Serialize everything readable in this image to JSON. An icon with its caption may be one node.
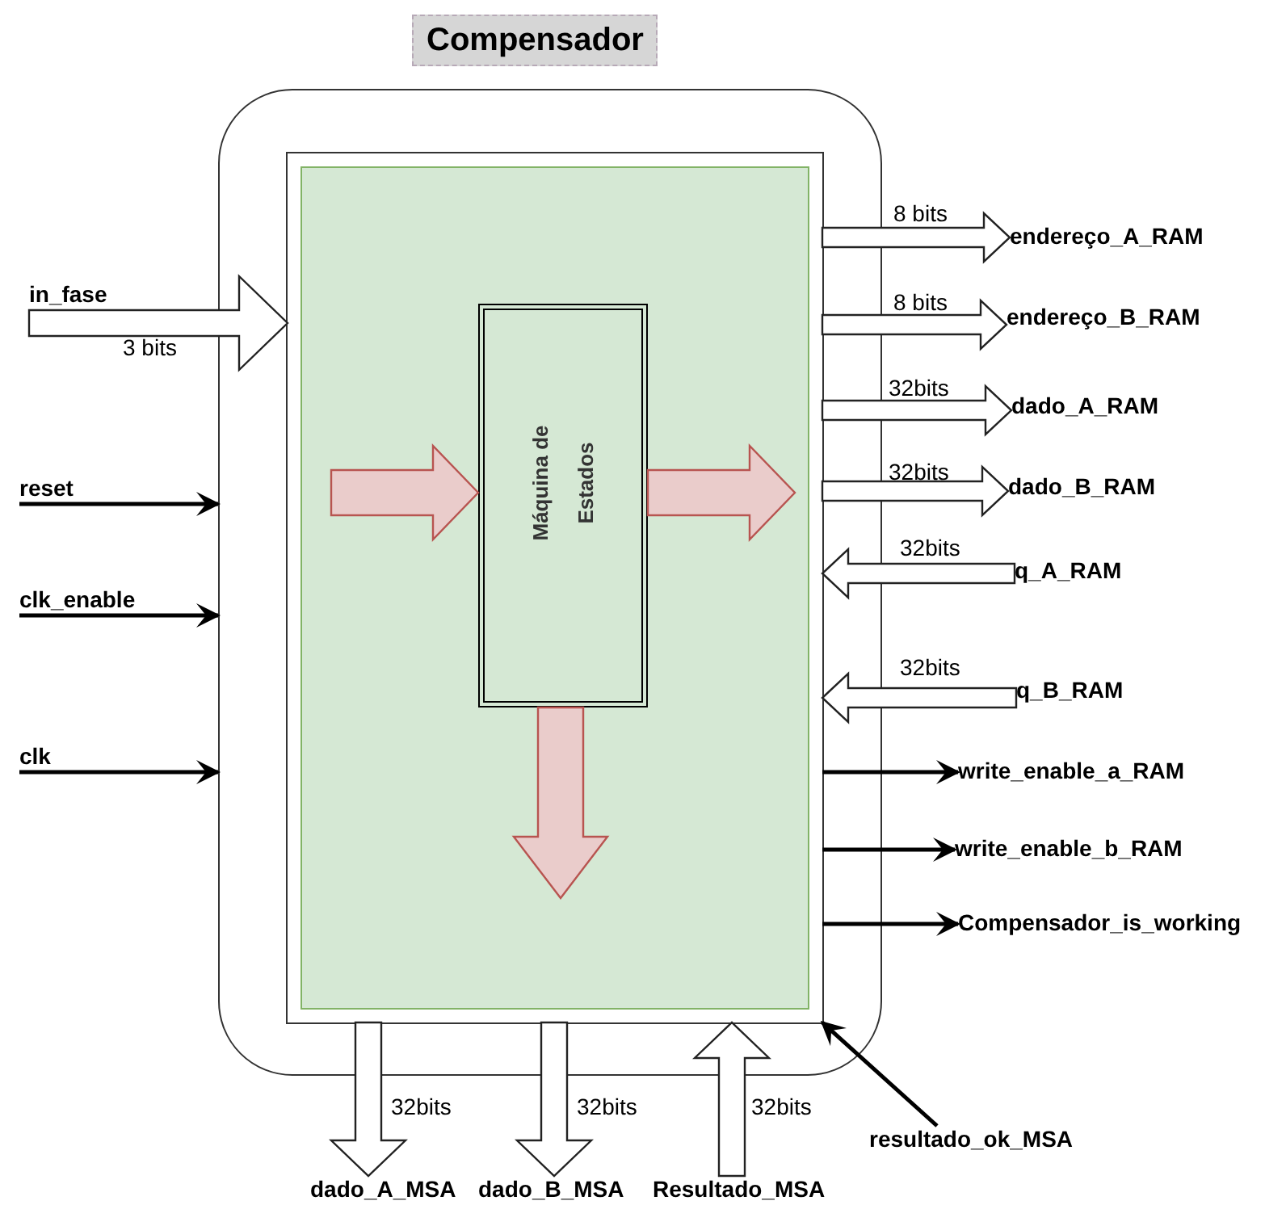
{
  "diagram": {
    "nodes": [
      {
        "text": [
          "Compensador"
        ]
      },
      {
        "text": [],
        "shape": "box",
        "in": 0
      },
      {
        "text": [
          "Máquina de Estados"
        ],
        "in": 1
      },
      {
        "text": [
          "in_fase"
        ]
      },
      {
        "text": [
          "reset"
        ]
      },
      {
        "text": [
          "clk_enable"
        ]
      },
      {
        "text": [
          "clk"
        ]
      },
      {
        "text": [
          "endereço_A_RAM"
        ]
      },
      {
        "text": [
          "endereço_B_RAM"
        ]
      },
      {
        "text": [
          "dado_A_RAM"
        ]
      },
      {
        "text": [
          "dado_B_RAM"
        ]
      },
      {
        "text": [
          "q_A_RAM"
        ]
      },
      {
        "text": [
          "q_B_RAM"
        ]
      },
      {
        "text": [
          "write_enable_a_RAM"
        ]
      },
      {
        "text": [
          "write_enable_b_RAM"
        ]
      },
      {
        "text": [
          "Compensador_is_working"
        ]
      },
      {
        "text": [
          "dado_A_MSA"
        ]
      },
      {
        "text": [
          "dado_B_MSA"
        ]
      },
      {
        "text": [
          "Resultado_MSA"
        ]
      },
      {
        "text": [
          "resultado_ok_MSA"
        ]
      }
    ],
    "edges": [
      {
        "from": 3,
        "to": 1,
        "arrow": "to",
        "label": "3 bits",
        "style": "thick"
      },
      {
        "from": 4,
        "to": 0,
        "arrow": "to"
      },
      {
        "from": 5,
        "to": 0,
        "arrow": "to"
      },
      {
        "from": 6,
        "to": 0,
        "arrow": "to"
      },
      {
        "from": 1,
        "to": 7,
        "arrow": "to",
        "label": "8 bits",
        "style": "thick"
      },
      {
        "from": 1,
        "to": 8,
        "arrow": "to",
        "label": "8 bits",
        "style": "thick"
      },
      {
        "from": 1,
        "to": 9,
        "arrow": "to",
        "label": "32bits",
        "style": "thick"
      },
      {
        "from": 1,
        "to": 10,
        "arrow": "to",
        "label": "32bits",
        "style": "thick"
      },
      {
        "from": 11,
        "to": 1,
        "arrow": "to",
        "label": "32bits",
        "style": "thick"
      },
      {
        "from": 12,
        "to": 1,
        "arrow": "to",
        "label": "32bits",
        "style": "thick"
      },
      {
        "from": 1,
        "to": 13,
        "arrow": "to"
      },
      {
        "from": 1,
        "to": 14,
        "arrow": "to"
      },
      {
        "from": 1,
        "to": 15,
        "arrow": "to"
      },
      {
        "from": 1,
        "to": 16,
        "arrow": "to",
        "label": "32bits",
        "style": "thick"
      },
      {
        "from": 1,
        "to": 17,
        "arrow": "to",
        "label": "32bits",
        "style": "thick"
      },
      {
        "from": 18,
        "to": 1,
        "arrow": "to",
        "label": "32bits",
        "style": "thick"
      },
      {
        "from": 19,
        "to": 1,
        "arrow": "to"
      },
      {
        "from": null,
        "to": 2,
        "arrow": "to",
        "style": "thick",
        "color": "#b85450"
      },
      {
        "from": 2,
        "to": null,
        "arrow": "to",
        "style": "thick",
        "color": "#b85450"
      },
      {
        "from": 2,
        "to": null,
        "arrow": "to",
        "style": "thick",
        "color": "#b85450"
      }
    ]
  }
}
